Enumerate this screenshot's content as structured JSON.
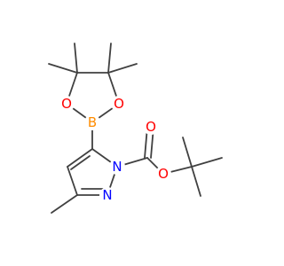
{
  "molecule": {
    "atoms": {
      "o_ring_left": "O",
      "o_ring_right": "O",
      "boron": "B",
      "n_boc": "N",
      "n_pyrazole": "N",
      "o_carbonyl": "O",
      "o_ester": "O"
    },
    "colors": {
      "bond": "#404040",
      "oxygen": "#ff0000",
      "boron": "#ff8c00",
      "nitrogen": "#0000ff",
      "background": "#ffffff"
    }
  }
}
